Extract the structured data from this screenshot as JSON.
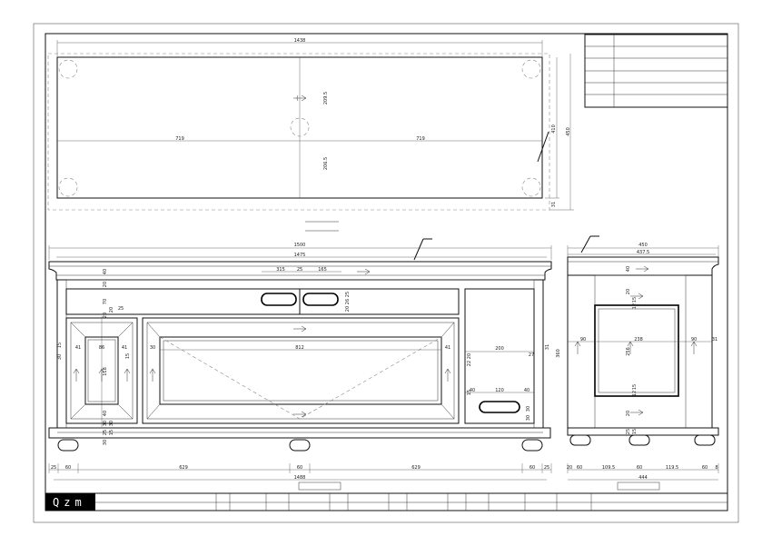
{
  "title_block": {
    "logo_text": "Qzm"
  },
  "top_view": {
    "dims": {
      "width_total": "1438",
      "half_left": "719",
      "half_right": "719",
      "depth_upper": "209.5",
      "depth_lower": "206.5",
      "depth_inner": "410",
      "depth_total": "450",
      "edge": "31"
    }
  },
  "front_view": {
    "dims": {
      "top_width": "1500",
      "inner_width": "1475",
      "top_a": "315",
      "top_b": "25",
      "top_c": "165",
      "v40": "40",
      "v20a": "20",
      "v70": "70",
      "v20b": "20",
      "right_top": "25",
      "right_mid": "26",
      "right_bot": "20",
      "left_a": "20",
      "left_b": "25",
      "left_c": "15",
      "left_d": "30",
      "left_e": "41",
      "left_f": "86",
      "left_g": "41",
      "left_h": "118",
      "left_i": "15",
      "left_j": "40",
      "left_k": "25",
      "left_l": "30",
      "left_m": "15",
      "left_n": "30",
      "left_o": "30",
      "center_width": "812",
      "center_l": "30",
      "center_r": "41",
      "center_v1": "20",
      "center_v2": "22",
      "center_v3": "15",
      "right_width": "200",
      "right_h": "27",
      "right_side": "31",
      "right_tall": "360",
      "slot_l": "40",
      "slot_w": "120",
      "slot_r": "40",
      "slot_h1": "30",
      "slot_h2": "30",
      "bottom_a": "25",
      "bottom_b": "60",
      "bottom_c": "629",
      "bottom_d": "60",
      "bottom_e": "629",
      "bottom_f": "60",
      "bottom_g": "25",
      "bottom_total": "1488"
    }
  },
  "side_view": {
    "dims": {
      "depth_total": "450",
      "depth_inner": "437.5",
      "top_a": "40",
      "left_w": "90",
      "center_w": "238",
      "right_w": "90",
      "edge": "31",
      "v_a": "20",
      "v_b": "15",
      "v_c": "12",
      "v_d": "256",
      "v_e": "15",
      "v_f": "12",
      "v_g": "20",
      "v_h": "25",
      "v_i": "15",
      "bottom_a": "20",
      "bottom_b": "60",
      "bottom_c": "109.5",
      "bottom_d": "60",
      "bottom_e": "119.5",
      "bottom_f": "60",
      "bottom_g": "8",
      "bottom_total": "444"
    }
  }
}
